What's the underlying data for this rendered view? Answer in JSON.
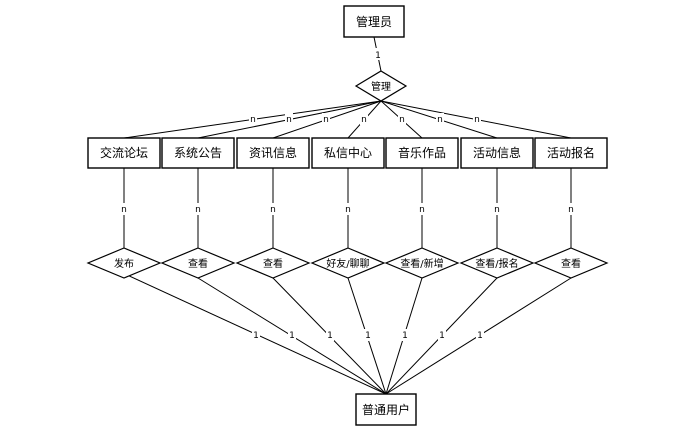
{
  "admin": {
    "label": "管理员"
  },
  "manage_relation": {
    "label": "管理"
  },
  "user": {
    "label": "普通用户"
  },
  "admin_card": "1",
  "top_cards": [
    "n",
    "n",
    "n",
    "n",
    "n",
    "n",
    "n"
  ],
  "mid_cards": [
    "n",
    "n",
    "n",
    "n",
    "n",
    "n",
    "n"
  ],
  "bottom_cards": [
    "1",
    "1",
    "1",
    "1",
    "1",
    "1",
    "1"
  ],
  "modules": [
    {
      "label": "交流论坛",
      "relation": "发布"
    },
    {
      "label": "系统公告",
      "relation": "查看"
    },
    {
      "label": "资讯信息",
      "relation": "查看"
    },
    {
      "label": "私信中心",
      "relation": "好友/聊聊"
    },
    {
      "label": "音乐作品",
      "relation": "查看/新增"
    },
    {
      "label": "活动信息",
      "relation": "查看/报名"
    },
    {
      "label": "活动报名",
      "relation": "查看"
    }
  ]
}
